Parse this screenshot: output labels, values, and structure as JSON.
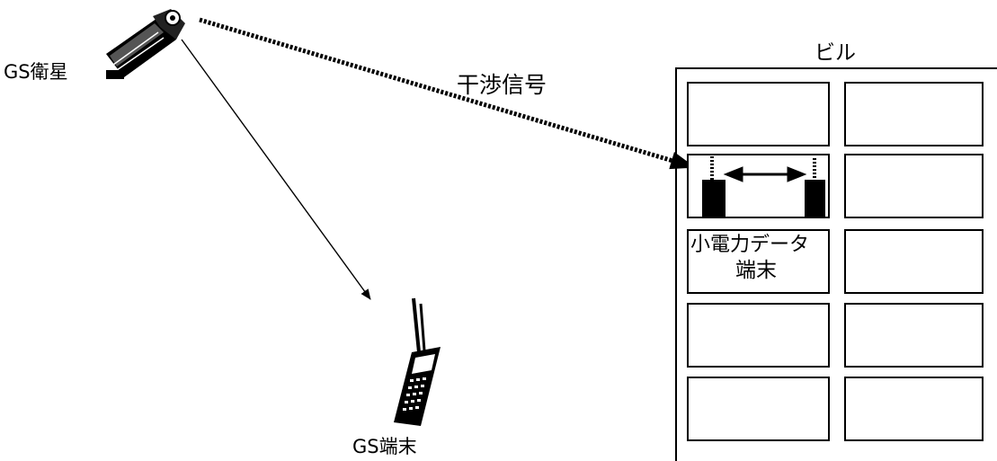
{
  "labels": {
    "satellite": "GS衛星",
    "interference": "干渉信号",
    "building": "ビル",
    "terminal_line1": "小電力データ",
    "terminal_line2": "端末",
    "gs_terminal": "GS端末"
  },
  "colors": {
    "ink": "#000000",
    "background": "#ffffff"
  },
  "icons": [
    "satellite-icon",
    "mobile-phone-icon",
    "antenna-device-icon"
  ]
}
